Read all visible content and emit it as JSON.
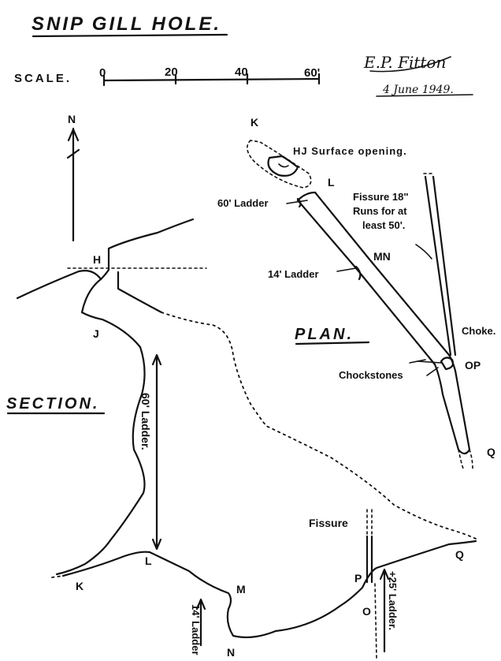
{
  "title": "SNIP GILL HOLE.",
  "scale": {
    "label": "SCALE.",
    "ticks": [
      "0",
      "20",
      "40",
      "60'"
    ]
  },
  "signature": {
    "author": "E.P. Fitton",
    "date": "4 June 1949."
  },
  "north": "N",
  "plan": {
    "heading": "PLAN.",
    "labels": {
      "K": "K",
      "HJ": "HJ Surface opening.",
      "L": "L",
      "ladder60": "60' Ladder",
      "fissure1": "Fissure 18\"",
      "fissure2": "Runs for at",
      "fissure3": "least 50'.",
      "MN": "MN",
      "ladder14": "14' Ladder",
      "choke": "Choke.",
      "OP": "OP",
      "chockstones": "Chockstones",
      "Q": "Q"
    }
  },
  "section": {
    "heading": "SECTION.",
    "labels": {
      "H": "H",
      "J": "J",
      "ladder60": "60' Ladder.",
      "L": "L",
      "K": "K",
      "M": "M",
      "ladder14": "14' Ladder",
      "N": "N",
      "fissure": "Fissure",
      "P": "P",
      "O": "O",
      "Q": "Q",
      "ladder25": "+25' Ladder."
    }
  }
}
